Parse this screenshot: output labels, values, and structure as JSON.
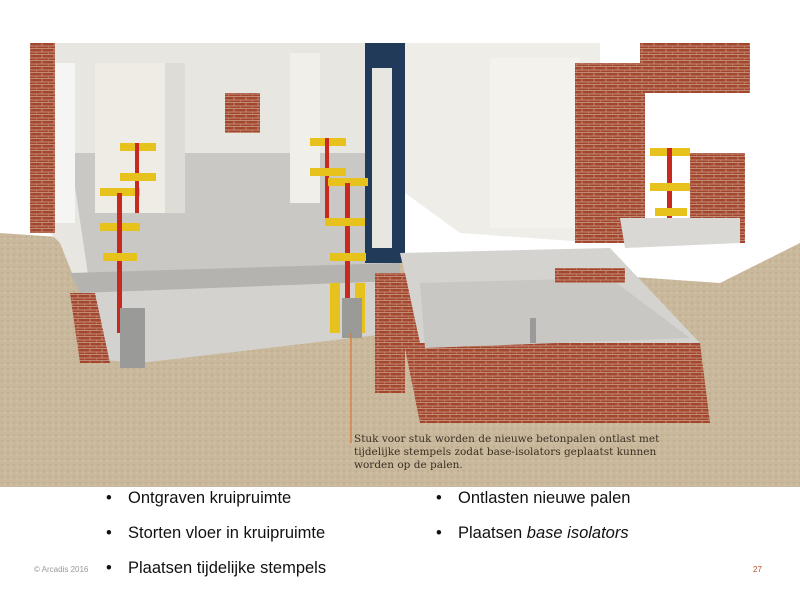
{
  "illustration": {
    "caption": "Stuk voor stuk worden de nieuwe betonpalen ontlast met tijdelijke stempels zodat base-isolators geplaatst kunnen worden op de palen."
  },
  "bullets_left": [
    {
      "text": "Ontgraven kruipruimte"
    },
    {
      "text": "Storten vloer in kruipruimte"
    },
    {
      "text": "Plaatsen tijdelijke stempels"
    }
  ],
  "bullets_right": [
    {
      "text": "Ontlasten nieuwe palen"
    },
    {
      "prefix": "Plaatsen ",
      "italic": "base isolators"
    }
  ],
  "footer": {
    "copyright": "© Arcadis 2016",
    "page_number": "27"
  },
  "colors": {
    "ground": "#c9b79a",
    "brick": "#a0442c",
    "prop_yellow": "#e8c21c",
    "prop_red": "#c8281e",
    "accent": "#c0502a"
  }
}
